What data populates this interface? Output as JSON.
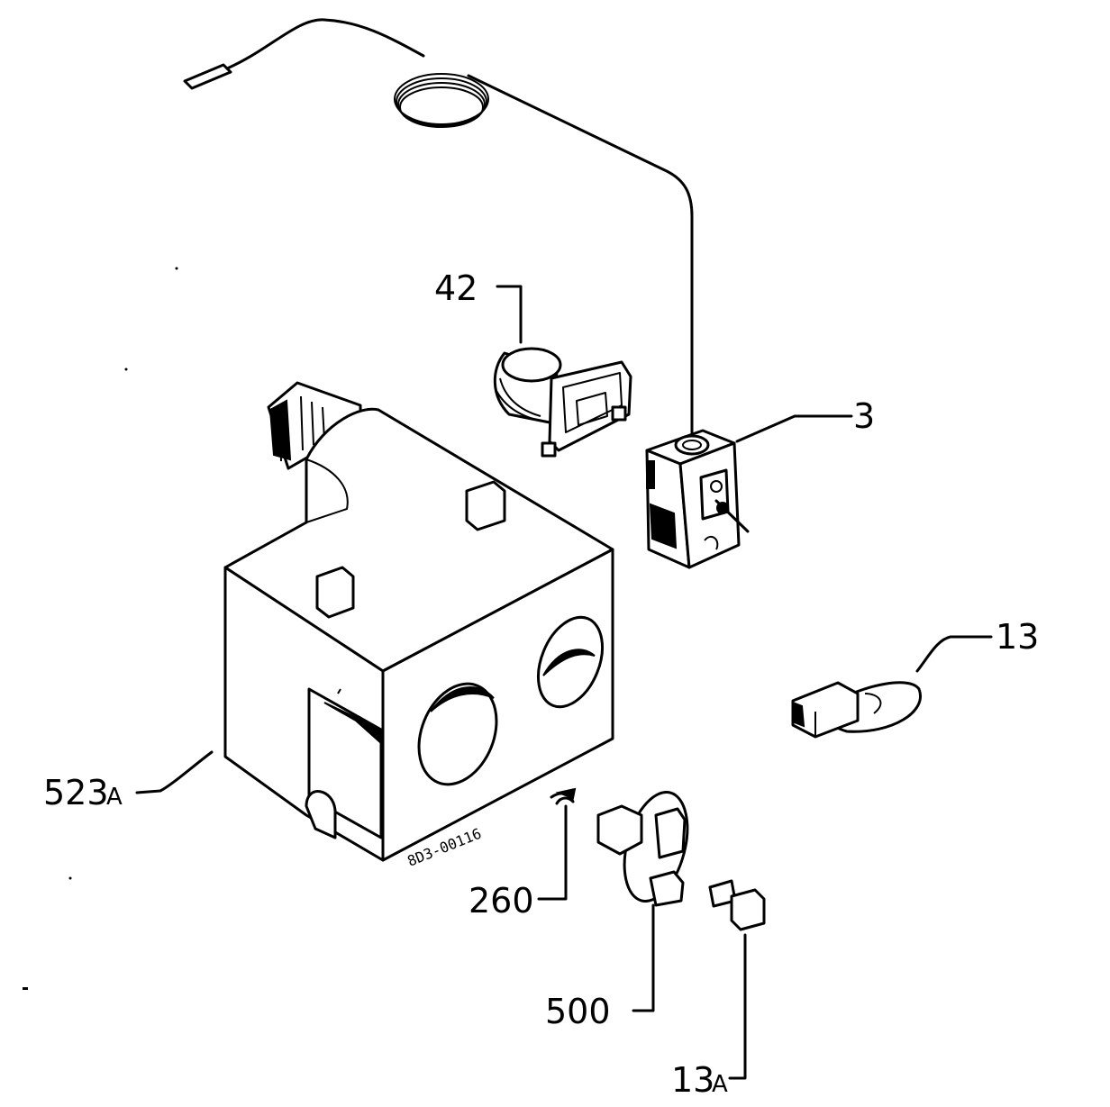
{
  "drawing_code": "8D3-00116",
  "callouts": {
    "c42": {
      "number": "42",
      "suffix": ""
    },
    "c3": {
      "number": "3",
      "suffix": ""
    },
    "c13": {
      "number": "13",
      "suffix": ""
    },
    "c523a": {
      "number": "523",
      "suffix": "A"
    },
    "c260": {
      "number": "260",
      "suffix": ""
    },
    "c500": {
      "number": "500",
      "suffix": ""
    },
    "c13a": {
      "number": "13",
      "suffix": "A"
    }
  }
}
